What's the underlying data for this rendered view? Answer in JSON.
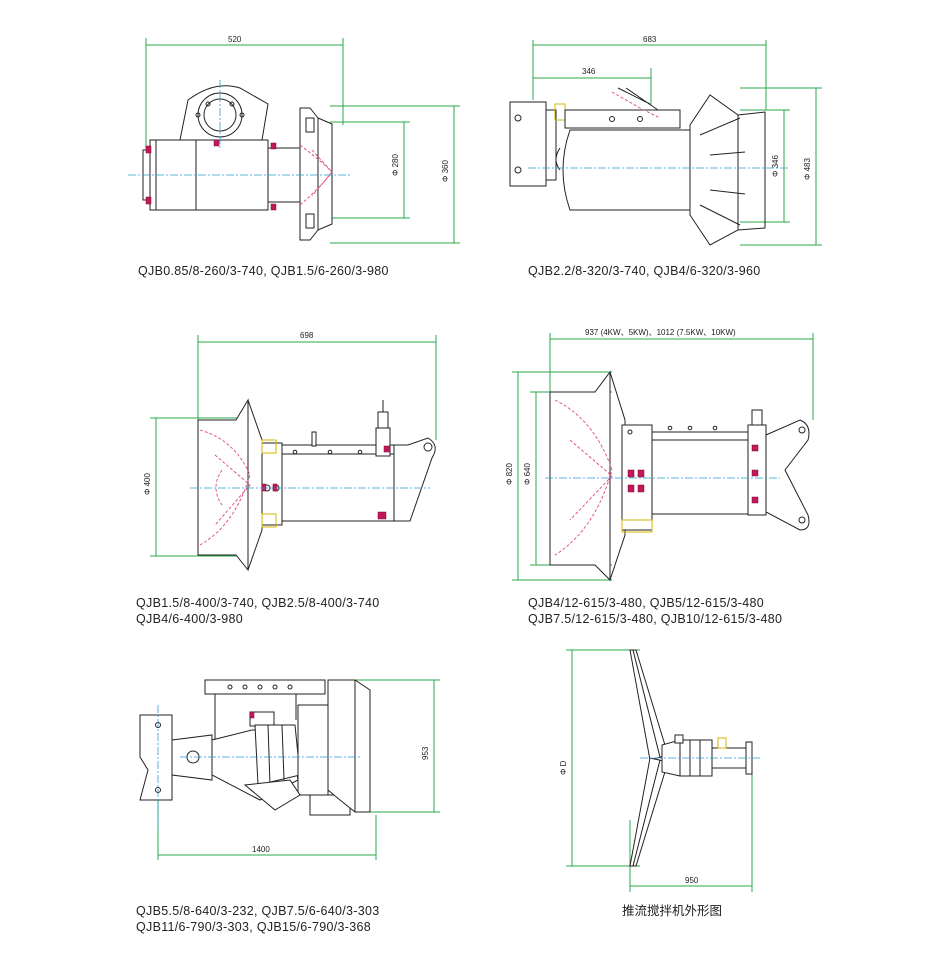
{
  "figure_1": {
    "dims": {
      "width": "520",
      "inner_dia": "Φ 280",
      "outer_dia": "Φ 360"
    },
    "caption": [
      "QJB0.85/8-260/3-740, QJB1.5/6-260/3-980"
    ]
  },
  "figure_2": {
    "dims": {
      "width": "683",
      "half_width": "346",
      "inner_dia": "Φ 346",
      "outer_dia": "Φ 483"
    },
    "caption": [
      "QJB2.2/8-320/3-740, QJB4/6-320/3-960"
    ]
  },
  "figure_3": {
    "dims": {
      "width": "698",
      "dia": "Φ 400"
    },
    "caption": [
      "QJB1.5/8-400/3-740, QJB2.5/8-400/3-740",
      "QJB4/6-400/3-980"
    ]
  },
  "figure_4": {
    "dims": {
      "width": "937 (4KW、5KW)、1012 (7.5KW、10KW)",
      "outer_dia": "Φ 820",
      "inner_dia": "Φ 640"
    },
    "caption": [
      "QJB4/12-615/3-480, QJB5/12-615/3-480",
      "QJB7.5/12-615/3-480, QJB10/12-615/3-480"
    ]
  },
  "figure_5": {
    "dims": {
      "length": "1400",
      "height": "953"
    },
    "caption": [
      "QJB5.5/8-640/3-232, QJB7.5/6-640/3-303",
      "QJB11/6-790/3-303, QJB15/6-790/3-368"
    ]
  },
  "figure_6": {
    "dims": {
      "length": "950",
      "dia": "Φ D"
    },
    "caption": [
      "推流搅拌机外形图"
    ]
  },
  "colors": {
    "dimension_line": "#2aa84a",
    "center_axis": "#2a9fd8",
    "propeller_dashed": "#e0457b",
    "bolt_marker": "#c2185b",
    "outline": "#222222"
  }
}
